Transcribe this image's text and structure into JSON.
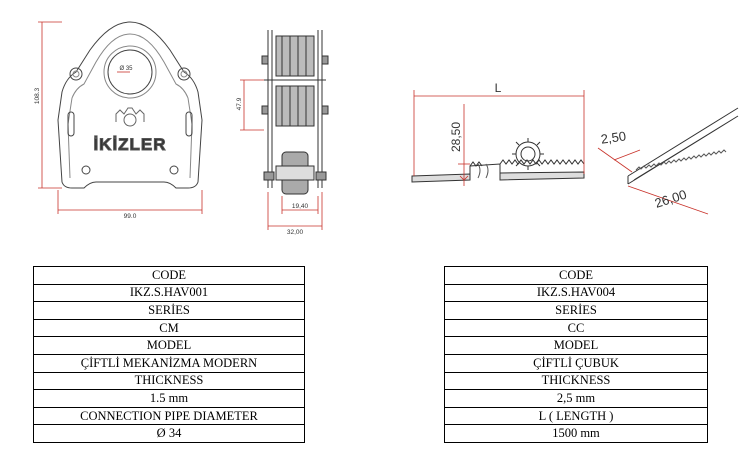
{
  "drawings": {
    "mechanism_front": {
      "brand_text": "İKİZLER",
      "dim_width": "99.0",
      "dim_height": "108.3",
      "dim_bore": "Ø 35"
    },
    "mechanism_side": {
      "dim_height": "47.9",
      "dim_inner": "19,40",
      "dim_width": "32,00"
    },
    "rack_side": {
      "dim_length": "L",
      "dim_height": "28,50"
    },
    "rack_section": {
      "dim_thickness": "2,50",
      "dim_width": "26,00"
    },
    "colors": {
      "dimension_line": "#e0201b",
      "outline": "#333333"
    }
  },
  "tables": [
    {
      "rows": [
        "CODE",
        "IKZ.S.HAV001",
        "SERİES",
        "CM",
        "MODEL",
        "ÇİFTLİ MEKANİZMA MODERN",
        "THICKNESS",
        "1.5 mm",
        "CONNECTION PIPE DIAMETER",
        "Ø 34"
      ]
    },
    {
      "rows": [
        "CODE",
        "IKZ.S.HAV004",
        "SERİES",
        "CC",
        "MODEL",
        "ÇİFTLİ ÇUBUK",
        "THICKNESS",
        "2,5 mm",
        "L ( LENGTH )",
        "1500 mm"
      ]
    }
  ]
}
